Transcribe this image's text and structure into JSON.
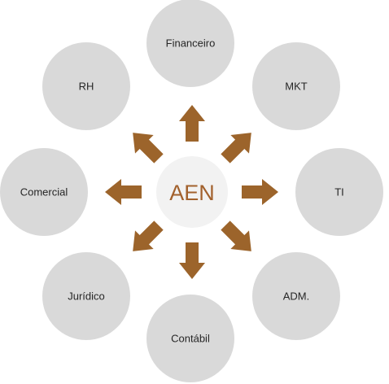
{
  "center": {
    "label": "AEN",
    "fill": "#f2f2f2",
    "text_color": "#a2612d"
  },
  "nodes": [
    {
      "id": "financeiro",
      "label": "Financeiro"
    },
    {
      "id": "mkt",
      "label": "MKT"
    },
    {
      "id": "ti",
      "label": "TI"
    },
    {
      "id": "adm",
      "label": "ADM."
    },
    {
      "id": "contabil",
      "label": "Contábil"
    },
    {
      "id": "juridico",
      "label": "Jurídico"
    },
    {
      "id": "comercial",
      "label": "Comercial"
    },
    {
      "id": "rh",
      "label": "RH"
    }
  ],
  "colors": {
    "node_fill": "#d9d9d9",
    "arrow_fill": "#9c642b",
    "text": "#262626"
  }
}
